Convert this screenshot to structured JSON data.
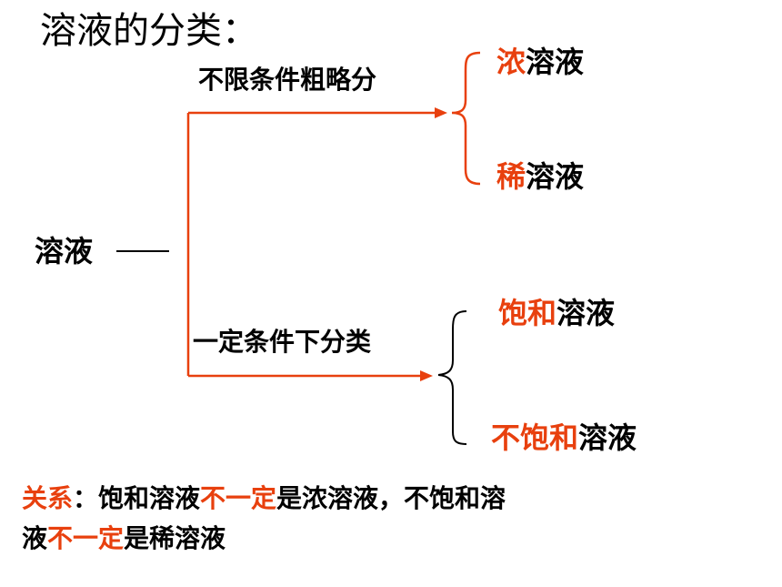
{
  "title": "溶液的分类：",
  "root": "溶液",
  "accent_color": "#e8400e",
  "branches": [
    {
      "label": "不限条件粗略分",
      "leaves": [
        {
          "highlight": "浓",
          "rest": "溶液"
        },
        {
          "highlight": "稀",
          "rest": "溶液"
        }
      ]
    },
    {
      "label": "一定条件下分类",
      "leaves": [
        {
          "highlight": "饱和",
          "rest": "溶液"
        },
        {
          "highlight": "不饱和",
          "rest": "溶液"
        }
      ]
    }
  ],
  "relation": {
    "line1": [
      {
        "text": "关系",
        "red": true
      },
      {
        "text": "：饱和溶液",
        "red": false
      },
      {
        "text": "不一定",
        "red": true
      },
      {
        "text": "是浓溶液，不饱和溶",
        "red": false
      }
    ],
    "line2": [
      {
        "text": "液",
        "red": false
      },
      {
        "text": "不一定",
        "red": true
      },
      {
        "text": "是稀溶液",
        "red": false
      }
    ]
  }
}
